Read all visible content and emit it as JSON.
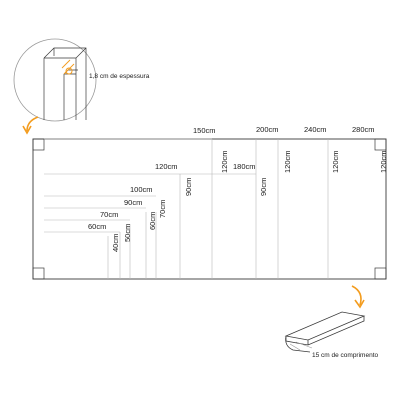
{
  "thickness_note": "1,8 cm de espessura",
  "length_note": "15 cm de comprimento",
  "accent_color": "#f39c1e",
  "width_labels": [
    "150cm",
    "200cm",
    "240cm",
    "280cm",
    "120cm",
    "100cm",
    "90cm",
    "70cm",
    "60cm"
  ],
  "height_labels": [
    "120cm",
    "120cm",
    "120cm",
    "120cm",
    "90cm",
    "90cm",
    "70cm",
    "60cm",
    "50cm",
    "40cm"
  ],
  "extra_height_label": "180cm"
}
